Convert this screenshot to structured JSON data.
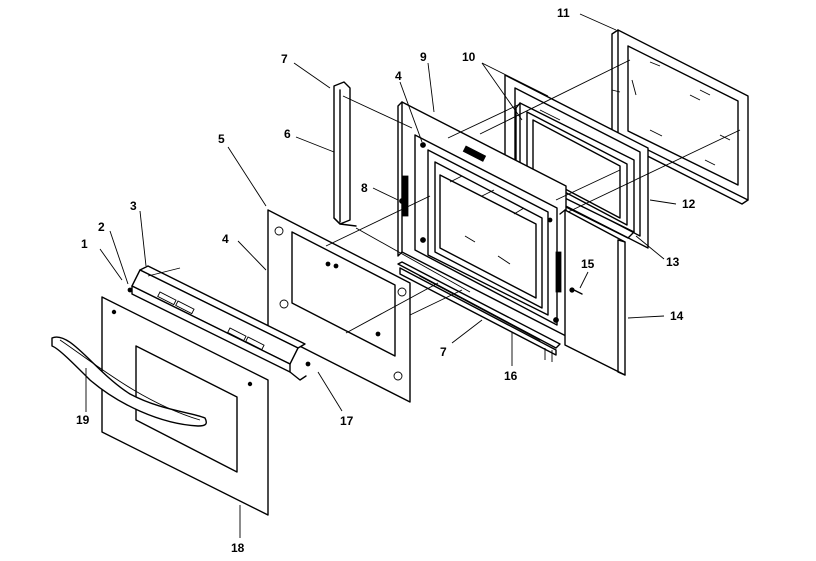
{
  "diagram": {
    "callouts": [
      {
        "id": "c1",
        "text": "1"
      },
      {
        "id": "c2",
        "text": "2"
      },
      {
        "id": "c3",
        "text": "3"
      },
      {
        "id": "c4a",
        "text": "4"
      },
      {
        "id": "c4b",
        "text": "4"
      },
      {
        "id": "c5",
        "text": "5"
      },
      {
        "id": "c6",
        "text": "6"
      },
      {
        "id": "c7a",
        "text": "7"
      },
      {
        "id": "c7b",
        "text": "7"
      },
      {
        "id": "c8",
        "text": "8"
      },
      {
        "id": "c9",
        "text": "9"
      },
      {
        "id": "c10",
        "text": "10"
      },
      {
        "id": "c11",
        "text": "11"
      },
      {
        "id": "c12",
        "text": "12"
      },
      {
        "id": "c13",
        "text": "13"
      },
      {
        "id": "c14",
        "text": "14"
      },
      {
        "id": "c15",
        "text": "15"
      },
      {
        "id": "c16",
        "text": "16"
      },
      {
        "id": "c17",
        "text": "17"
      },
      {
        "id": "c18",
        "text": "18"
      },
      {
        "id": "c19",
        "text": "19"
      }
    ]
  }
}
